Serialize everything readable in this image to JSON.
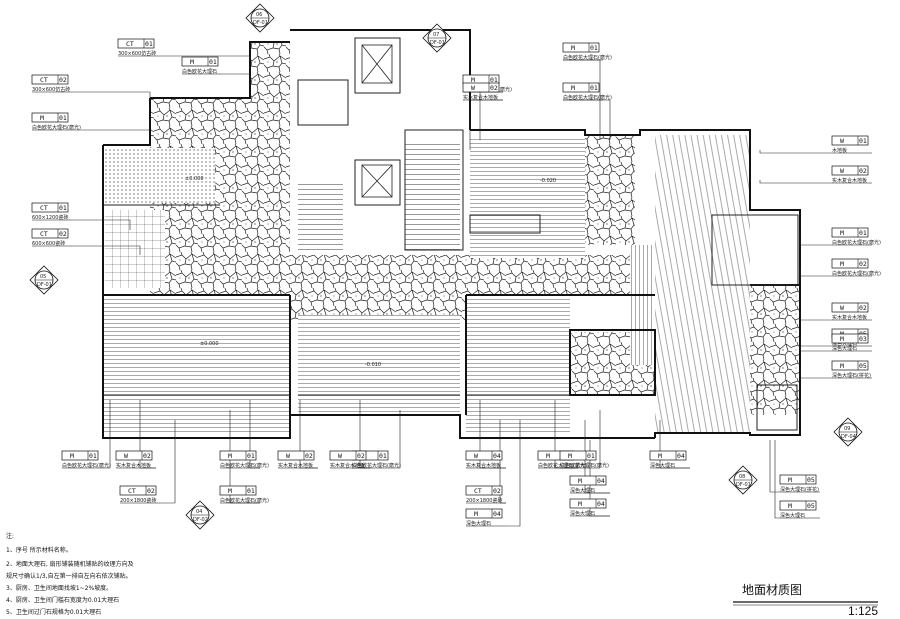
{
  "drawing": {
    "title": "地面材质图",
    "scale": "1:125"
  },
  "notes": {
    "header": "注:",
    "lines": [
      "1、序号    所示材料名称。",
      "2、地面大理石, 扇形铺装随机铺贴的纹理方向及",
      "   规尺寸确认1/3,自左第一排自左向右依次铺贴。",
      "3、厨房、卫生间地面找坡1~2%坡度。",
      "4、厨房、卫生间门槛石宽度为0.01大理石",
      "5、卫生间过门石规格为0.01大理石"
    ]
  },
  "section_markers": [
    {
      "num": "06",
      "ref": "DF-01"
    },
    {
      "num": "07",
      "ref": "DF-01"
    },
    {
      "num": "05",
      "ref": "DF-01"
    },
    {
      "num": "04",
      "ref": "DF-02"
    },
    {
      "num": "08",
      "ref": "DF-01"
    },
    {
      "num": "09",
      "ref": "DF-04"
    }
  ],
  "room_levels": [
    "±0.000",
    "-0.020",
    "±0.000",
    "-0.010"
  ],
  "tags": [
    {
      "code": "CT",
      "num": "01",
      "desc": "300×600仿古砖"
    },
    {
      "code": "M",
      "num": "01",
      "desc": "白色欧花大理石"
    },
    {
      "code": "CT",
      "num": "02",
      "desc": "300×600仿古砖"
    },
    {
      "code": "M",
      "num": "01",
      "desc": "白色欧花大理石(磨光)"
    },
    {
      "code": "CT",
      "num": "01",
      "desc": "600×1200瓷砖"
    },
    {
      "code": "CT",
      "num": "02",
      "desc": "600×600瓷砖"
    },
    {
      "code": "M",
      "num": "01",
      "desc": "白色欧花大理石(磨光)"
    },
    {
      "code": "W",
      "num": "02",
      "desc": "实木复合木地板"
    },
    {
      "code": "M",
      "num": "01",
      "desc": "白色欧花大理石(磨光)"
    },
    {
      "code": "M",
      "num": "01",
      "desc": "白色欧花大理石(磨光)"
    },
    {
      "code": "W",
      "num": "01",
      "desc": "木地板"
    },
    {
      "code": "W",
      "num": "02",
      "desc": "实木复合木地板"
    },
    {
      "code": "M",
      "num": "01",
      "desc": "白色欧花大理石(磨光)"
    },
    {
      "code": "M",
      "num": "02",
      "desc": "白色欧花大理石(磨光)"
    },
    {
      "code": "W",
      "num": "02",
      "desc": "实木复合木地板"
    },
    {
      "code": "M",
      "num": "05",
      "desc": "深色大理石"
    },
    {
      "code": "M",
      "num": "05",
      "desc": "深色大理石(拼花)"
    },
    {
      "code": "M",
      "num": "03",
      "desc": "深色大理石"
    },
    {
      "code": "W",
      "num": "02",
      "desc": "实木复合木地板"
    },
    {
      "code": "CT",
      "num": "02",
      "desc": "200×1800瓷砖"
    },
    {
      "code": "M",
      "num": "01",
      "desc": "白色欧花大理石(磨光)"
    },
    {
      "code": "M",
      "num": "01",
      "desc": "白色欧花大理石(磨光)"
    },
    {
      "code": "M",
      "num": "01",
      "desc": "白色欧花大理石(磨光)"
    },
    {
      "code": "W",
      "num": "02",
      "desc": "实木复合木地板"
    },
    {
      "code": "W",
      "num": "04",
      "desc": "实木复合木地板"
    },
    {
      "code": "CT",
      "num": "02",
      "desc": "200×1800瓷砖"
    },
    {
      "code": "M",
      "num": "04",
      "desc": "深色大理石"
    },
    {
      "code": "M",
      "num": "04",
      "desc": "深色大理石"
    },
    {
      "code": "M",
      "num": "04",
      "desc": "深色大理石"
    },
    {
      "code": "M",
      "num": "04",
      "desc": "深色大理石"
    },
    {
      "code": "M",
      "num": "05",
      "desc": "深色大理石(拼花)"
    },
    {
      "code": "M",
      "num": "05",
      "desc": "深色大理石"
    },
    {
      "code": "M",
      "num": "01",
      "desc": "白色欧花大理石(磨光)"
    },
    {
      "code": "M",
      "num": "01",
      "desc": "白色欧花大理石(磨光)"
    },
    {
      "code": "W",
      "num": "02",
      "desc": "实木复合木地板"
    },
    {
      "code": "M",
      "num": "01",
      "desc": "白色欧花大理石(磨光)"
    }
  ]
}
